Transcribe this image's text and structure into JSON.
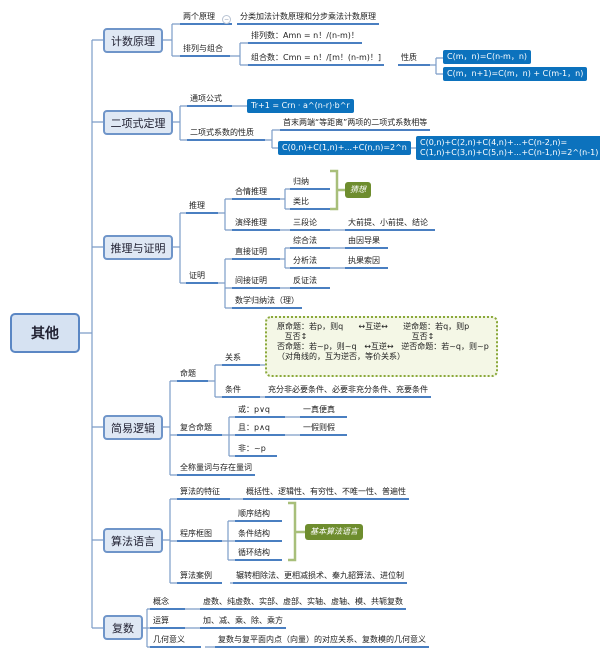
{
  "root": "其他",
  "counting": {
    "title": "计数原理",
    "two_principles": "两个原理",
    "two_principles_desc": "分类加法计数原理和分步乘法计数原理",
    "perm_comb": "排列与组合",
    "perm": "排列数：Amn = n！/(n-m)！",
    "comb": "组合数：Cmn = n！/[m！(n-m)！]",
    "property": "性质",
    "prop1": "C(m，n)=C(n-m，n)",
    "prop2": "C(m，n+1)=C(m，n) + C(m-1，n)"
  },
  "binomial": {
    "title": "二项式定理",
    "general_term": "通项公式",
    "general_term_formula": "Tr+1 = Crn · a^(n-r)·b^r",
    "coef_property": "二项式系数的性质",
    "equidistant": "首末两端“等距离”两项的二项式系数相等",
    "sum": "C(0,n)+C(1,n)+...+C(n,n)=2^n",
    "odd_even_1": "C(0,n)+C(2,n)+C(4,n)+...+C(n-2,n)=",
    "odd_even_2": "C(1,n)+C(3,n)+C(5,n)+...+C(n-1,n)=2^(n-1)"
  },
  "reasoning": {
    "title": "推理与证明",
    "inference": "推理",
    "plausible": "合情推理",
    "induction": "归纳",
    "analogy": "类比",
    "conjecture": "猜想",
    "deductive": "演绎推理",
    "syllogism": "三段论",
    "syllogism_desc": "大前提、小前提、结论",
    "proof": "证明",
    "direct": "直接证明",
    "synthetic": "综合法",
    "synthetic_desc": "由因导果",
    "analytic": "分析法",
    "analytic_desc": "执果索因",
    "indirect": "间接证明",
    "contradiction": "反证法",
    "induction_math": "数学归纳法（理）"
  },
  "logic": {
    "title": "简易逻辑",
    "proposition": "命题",
    "relation": "关系",
    "relation_box": [
      "原命题：若p，则q      ↔互逆↔      逆命题：若q，则p",
      "   互否↕                                         互否↕",
      "否命题：若~p，则~q   ↔互逆↔   逆否命题：若~q，则~p",
      "（对角线的，互为逆否，等价关系）"
    ],
    "condition": "条件",
    "condition_desc": "充分非必要条件、必要非充分条件、充要条件",
    "compound": "复合命题",
    "or": "或：p∨q",
    "or_desc": "一真便真",
    "and": "且：p∧q",
    "and_desc": "一假则假",
    "not": "非：~p",
    "quantifiers": "全称量词与存在量词"
  },
  "algorithm": {
    "title": "算法语言",
    "features": "算法的特征",
    "features_desc": "概括性、逻辑性、有穷性、不唯一性、普遍性",
    "flowchart": "程序框图",
    "sequence": "顺序结构",
    "conditional": "条件结构",
    "loop": "循环结构",
    "basic": "基本算法语言",
    "cases": "算法案例",
    "cases_desc": "辗转相除法、更相减损术、秦九韶算法、进位制"
  },
  "complex": {
    "title": "复数",
    "concept": "概念",
    "concept_desc": "虚数、纯虚数、实部、虚部、实轴、虚轴、模、共轭复数",
    "operations": "运算",
    "operations_desc": "加、减、乘、除、乘方",
    "geometry": "几何意义",
    "geometry_desc": "复数与复平面内点（向量）的对应关系、复数模的几何意义"
  },
  "colors": {
    "branch": "#4a7fc1",
    "formula_box": "#0c72bd",
    "summary_box": "#6e8d2e",
    "category_fill": "#dfe8f4"
  }
}
